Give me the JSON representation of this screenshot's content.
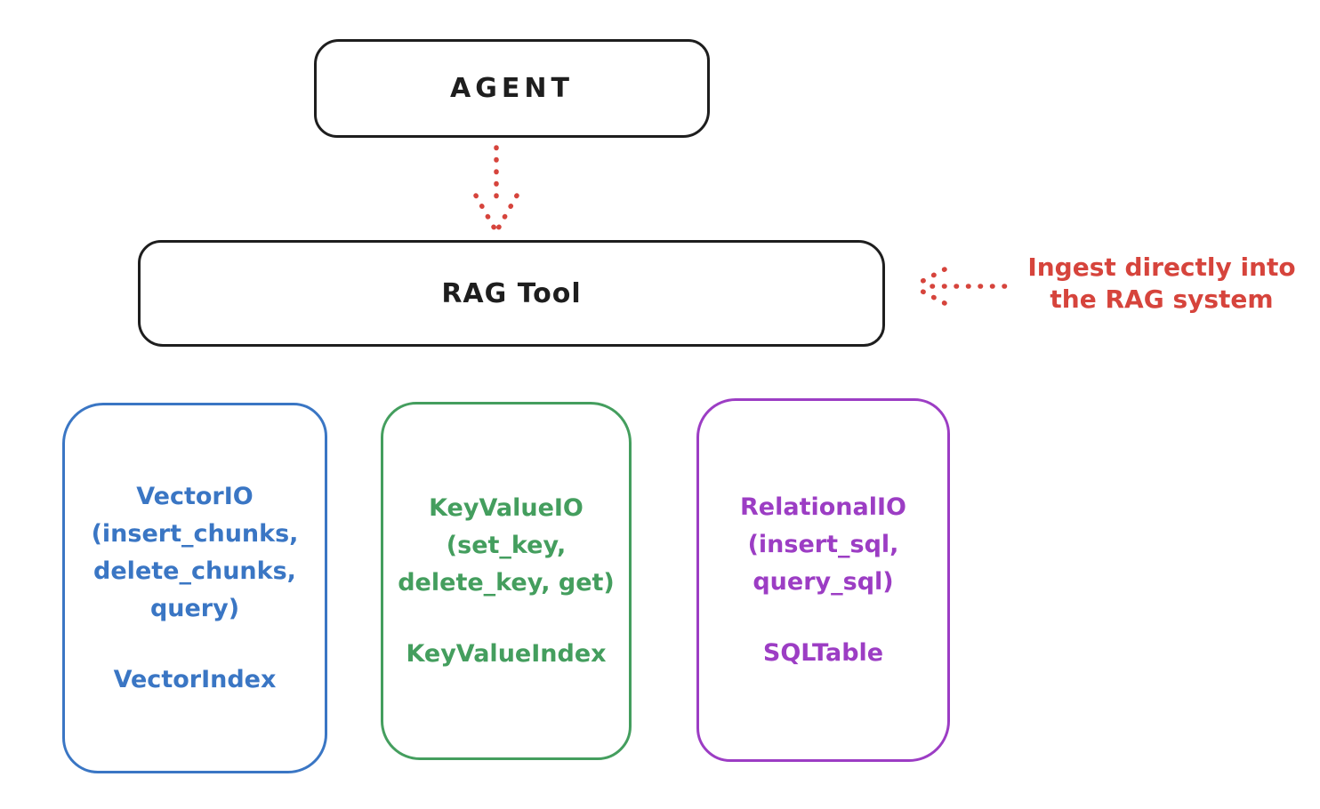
{
  "agent": {
    "label": "AGENT"
  },
  "rag_tool": {
    "label": "RAG Tool"
  },
  "annotation": {
    "line1": "Ingest directly into",
    "line2": "the RAG system"
  },
  "providers": [
    {
      "name": "VectorIO",
      "lines": [
        "VectorIO",
        "(insert_chunks,",
        "delete_chunks,",
        "query)"
      ],
      "index_label": "VectorIndex",
      "color": "#3a76c4"
    },
    {
      "name": "KeyValueIO",
      "lines": [
        "KeyValueIO",
        "(set_key,",
        "delete_key, get)"
      ],
      "index_label": "KeyValueIndex",
      "color": "#449e5e"
    },
    {
      "name": "RelationalIO",
      "lines": [
        "RelationalIO",
        "(insert_sql,",
        "query_sql)"
      ],
      "index_label": "SQLTable",
      "color": "#9c3dc4"
    }
  ],
  "colors": {
    "ink": "#1e1e1e",
    "accent_red": "#d6443c",
    "vector_blue": "#3a76c4",
    "keyvalue_green": "#449e5e",
    "relational_purple": "#9c3dc4",
    "background": "#ffffff"
  }
}
